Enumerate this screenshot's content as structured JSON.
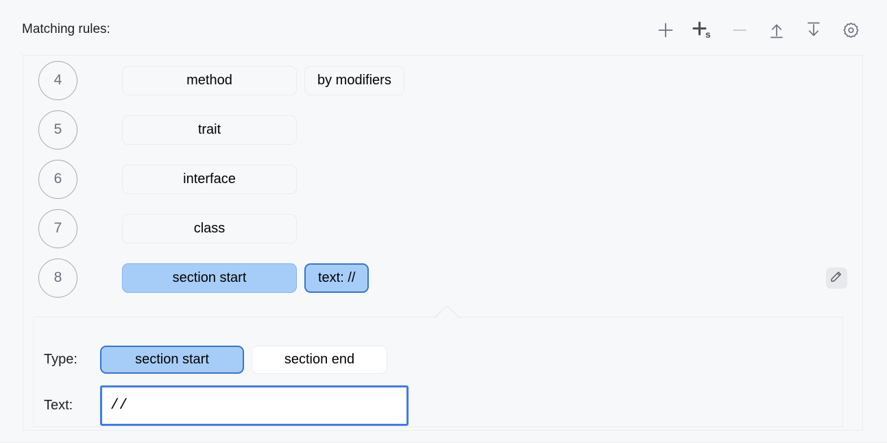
{
  "header": {
    "title": "Matching rules:",
    "toolbar": [
      {
        "name": "add",
        "icon": "plus-icon",
        "label": "+",
        "enabled": true
      },
      {
        "name": "add-section",
        "icon": "plus-s-icon",
        "label": "+s",
        "enabled": true
      },
      {
        "name": "remove",
        "icon": "minus-icon",
        "label": "−",
        "enabled": false
      },
      {
        "name": "move-up",
        "icon": "arrow-up-to-line-icon",
        "label": "↑",
        "enabled": true
      },
      {
        "name": "move-down",
        "icon": "arrow-down-to-line-icon",
        "label": "↓",
        "enabled": true
      },
      {
        "name": "settings",
        "icon": "gear-icon",
        "label": "⚙",
        "enabled": true
      }
    ]
  },
  "rules": [
    {
      "index": "4",
      "chips": [
        "method",
        "by modifiers"
      ],
      "selected": false,
      "focused_chip": -1
    },
    {
      "index": "5",
      "chips": [
        "trait"
      ],
      "selected": false,
      "focused_chip": -1
    },
    {
      "index": "6",
      "chips": [
        "interface"
      ],
      "selected": false,
      "focused_chip": -1
    },
    {
      "index": "7",
      "chips": [
        "class"
      ],
      "selected": false,
      "focused_chip": -1
    },
    {
      "index": "8",
      "chips": [
        "section start",
        "text: //"
      ],
      "selected": true,
      "focused_chip": 1
    }
  ],
  "edit_button": {
    "icon": "pencil-icon",
    "tooltip": "Edit"
  },
  "editor": {
    "type_label": "Type:",
    "type_options": [
      "section start",
      "section end"
    ],
    "type_selected": "section start",
    "text_label": "Text:",
    "text_value": "//",
    "text_placeholder": ""
  },
  "colors": {
    "background": "#F7F8FA",
    "border": "#EBECEF",
    "chip_selected_fill": "#A6CDF7",
    "chip_selected_border": "#82B4EC",
    "focus_blue": "#3574D4",
    "input_focus_blue": "#3E7BEA",
    "index_circle_border": "#A5A9B3",
    "index_text": "#6C707E",
    "icon_gray": "#6C707E",
    "icon_disabled_gray": "#C3C5CA"
  }
}
